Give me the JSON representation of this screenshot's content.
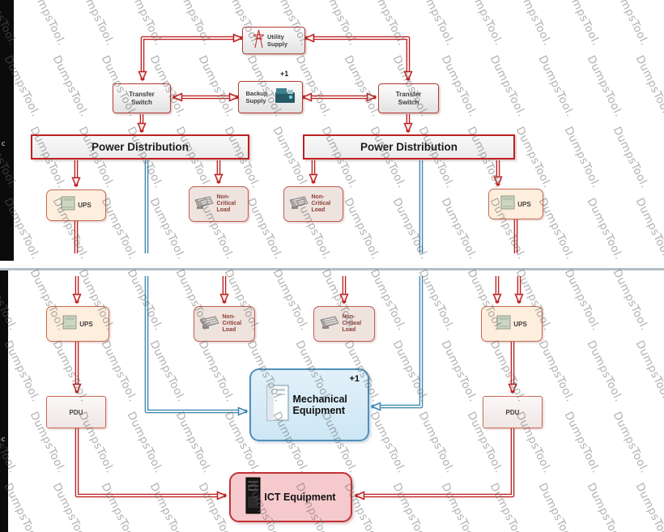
{
  "watermark": {
    "text": "DumpsTool."
  },
  "colors": {
    "power_path_red": "#c02020",
    "mechanical_path_blue": "#4f93bb",
    "ups_fill": "#fdeedd",
    "mechanical_fill": "#d8ecf8",
    "ict_fill": "#f6c9cc"
  },
  "diagram": {
    "copyright_fragment": "c",
    "top": {
      "utility_supply": {
        "label": "Utility Supply"
      },
      "transfer_switch_left": {
        "label": "Transfer Switch"
      },
      "backup_supply": {
        "label": "Backup Supply",
        "redundancy": "+1"
      },
      "transfer_switch_right": {
        "label": "Transfer Switch"
      },
      "power_distribution_left": {
        "label": "Power Distribution"
      },
      "power_distribution_right": {
        "label": "Power Distribution"
      },
      "ups_left": {
        "label": "UPS"
      },
      "non_critical_load_left": {
        "label": "Non-Critical Load"
      },
      "non_critical_load_right": {
        "label": "Non-Critical Load"
      },
      "ups_right": {
        "label": "UPS"
      }
    },
    "bottom": {
      "ups_left": {
        "label": "UPS"
      },
      "non_critical_load_left": {
        "label": "Non-Critical Load"
      },
      "non_critical_load_right": {
        "label": "Non-Critical Load"
      },
      "ups_right": {
        "label": "UPS"
      },
      "mechanical_equipment": {
        "label": "Mechanical Equipment",
        "redundancy": "+1"
      },
      "pdu_left": {
        "label": "PDU"
      },
      "pdu_right": {
        "label": "PDU"
      },
      "ict_equipment": {
        "label": "ICT Equipment"
      }
    }
  }
}
